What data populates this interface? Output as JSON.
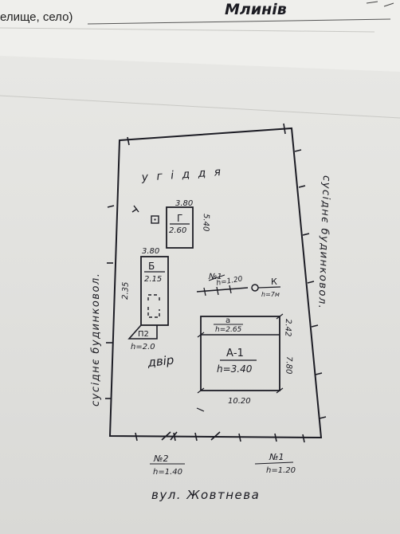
{
  "header": {
    "printed_label": "елище, село)",
    "village_name": "Млинів"
  },
  "plan": {
    "yard_top_label": "у г і д д я",
    "left_neighbor": "сусіднє  будинковол.",
    "right_neighbor": "сусіднє  будинковол.",
    "street": "вул. Жовтнева",
    "yard_label": "двір",
    "building_g": {
      "letter": "Г",
      "height": "2.60",
      "top_dim": "3.80",
      "side_dim": "5.40"
    },
    "building_b": {
      "letter": "Б",
      "height": "2.15",
      "top_dim": "3.80",
      "side_dim": "2.35"
    },
    "porch": {
      "letter": "П2",
      "height": "h=2.0"
    },
    "building_a": {
      "letter": "А-1",
      "height": "h=3.40",
      "bottom_dim": "10.20",
      "side_dim": "7.80"
    },
    "annex_a": {
      "letter": "а",
      "height": "h=2.65",
      "side_dim": "2.42"
    },
    "fence_1_yard": {
      "number": "№1",
      "height": "h=1.20"
    },
    "well": {
      "letter": "К",
      "height": "h=7м"
    },
    "gate_2": {
      "number": "№2",
      "height": "h=1.40"
    },
    "gate_1": {
      "number": "№1",
      "height": "h=1.20"
    }
  }
}
